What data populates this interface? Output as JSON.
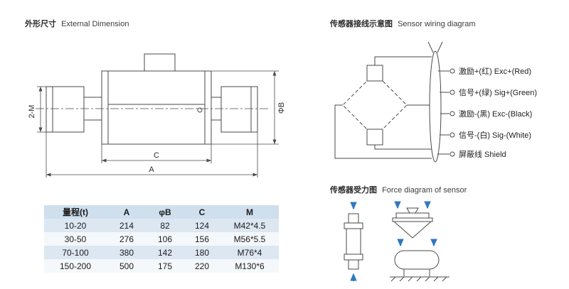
{
  "colors": {
    "line": "#4a4a4a",
    "accent_blue": "#2e79c0",
    "table_header_bg": "#cfdfee",
    "table_stripe": "#dde7f2"
  },
  "sections": {
    "dimension": {
      "zh": "外形尺寸",
      "en": "External Dimension"
    },
    "wiring": {
      "zh": "传感器接线示意图",
      "en": "Sensor wiring diagram"
    },
    "force": {
      "zh": "传感器受力图",
      "en": "Force diagram of sensor"
    }
  },
  "drawing": {
    "labels": {
      "thread": "2-M",
      "diameter": "ΦB",
      "c": "C",
      "a": "A"
    }
  },
  "wiring": {
    "wires": [
      "激励+(红) Exc+(Red)",
      "信号+(绿) Sig+(Green)",
      "激励-(黑) Exc-(Black)",
      "信号-(白) Sig-(White)",
      "屏蔽线 Shield"
    ]
  },
  "table": {
    "headers": [
      "量程(t)",
      "A",
      "φB",
      "C",
      "M"
    ],
    "rows": [
      [
        "10-20",
        "214",
        "82",
        "124",
        "M42*4.5"
      ],
      [
        "30-50",
        "276",
        "106",
        "156",
        "M56*5.5"
      ],
      [
        "70-100",
        "380",
        "142",
        "180",
        "M76*4"
      ],
      [
        "150-200",
        "500",
        "175",
        "220",
        "M130*6"
      ]
    ]
  }
}
